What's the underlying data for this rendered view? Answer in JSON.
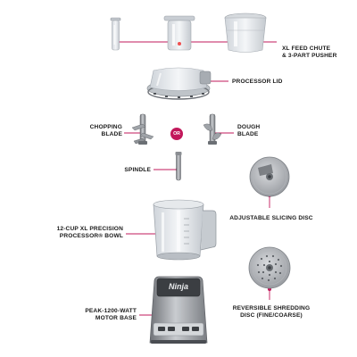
{
  "colors": {
    "accent": "#c2185b",
    "leader": "#c2185b",
    "steel": "#8a8d92",
    "steel_dark": "#5a5d62",
    "clear": "#dfe3e8"
  },
  "labels": {
    "feed_chute": "XL FEED CHUTE\n& 3-PART PUSHER",
    "processor_lid": "PROCESSOR LID",
    "chopping_blade": "CHOPPING\nBLADE",
    "or": "OR",
    "dough_blade": "DOUGH\nBLADE",
    "spindle": "SPINDLE",
    "slicing_disc": "ADJUSTABLE SLICING DISC",
    "bowl": "12-CUP XL PRECISION\nPROCESSOR® BOWL",
    "shredding_disc": "REVERSIBLE SHREDDING\nDISC (FINE/COARSE)",
    "motor_base": "PEAK-1200-WATT\nMOTOR BASE"
  },
  "brand": {
    "logo": "Ninja"
  },
  "icons": [
    "feed-chute-small-icon",
    "feed-chute-medium-icon",
    "feed-chute-large-icon",
    "processor-lid-icon",
    "chopping-blade-icon",
    "dough-blade-icon",
    "spindle-icon",
    "slicing-disc-icon",
    "processor-bowl-icon",
    "shredding-disc-icon",
    "motor-base-icon"
  ]
}
